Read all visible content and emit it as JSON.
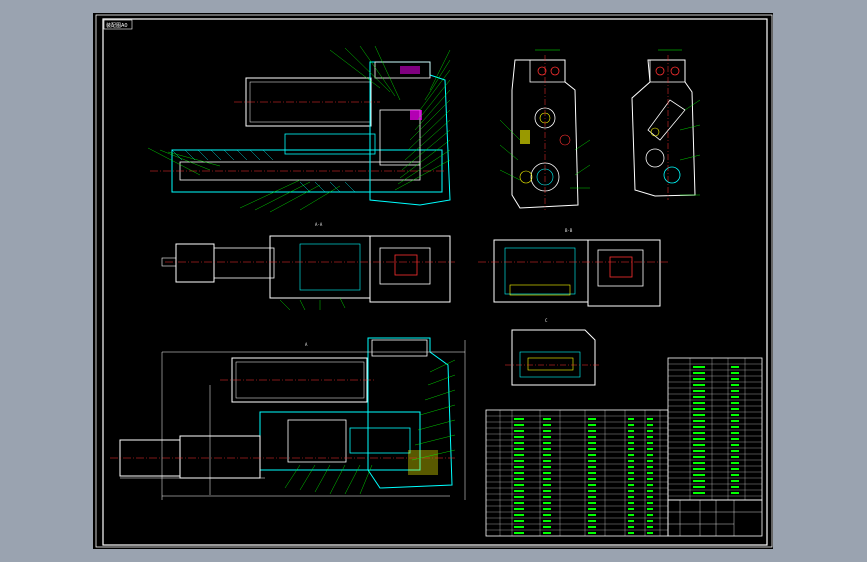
{
  "sheet": {
    "title_tag": "装配图A0",
    "colors": {
      "background": "#9aa3b0",
      "paper": "#000000",
      "frame": "#ffffff",
      "outline": "#ffffff",
      "hatch": "#00ffff",
      "center": "#ff3030",
      "leader": "#00ff00",
      "part_magenta": "#ff00ff",
      "part_yellow": "#ffff00"
    }
  },
  "views": {
    "a_label": "A-A",
    "b_label": "B-B",
    "c_label": "C",
    "d_label": "A"
  },
  "title_block": {
    "header_cols": [
      "序号",
      "代号",
      "名称",
      "数量",
      "材料",
      "备注"
    ]
  }
}
